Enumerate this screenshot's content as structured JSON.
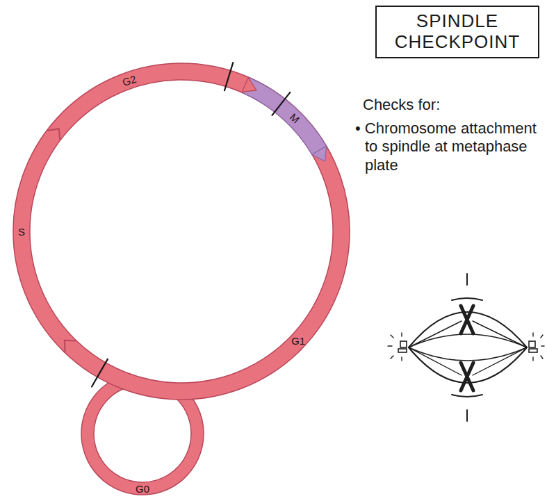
{
  "diagram": {
    "nodes": [
      {
        "text": [
          "SPINDLE CHECKPOINT"
        ]
      }
    ],
    "labels": [
      "G2",
      "M",
      "S",
      "G1",
      "G0",
      "Checks for:",
      "• Chromosome attachment to spindle at metaphase plate"
    ]
  }
}
